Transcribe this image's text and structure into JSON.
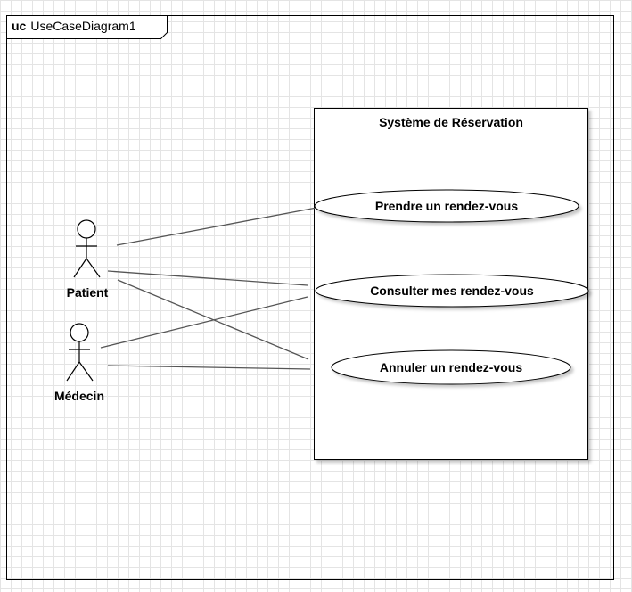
{
  "frame": {
    "keyword": "uc",
    "name": "UseCaseDiagram1"
  },
  "system": {
    "title": "Système de Réservation"
  },
  "actors": [
    {
      "id": "patient",
      "label": "Patient"
    },
    {
      "id": "medecin",
      "label": "Médecin"
    }
  ],
  "use_cases": [
    {
      "id": "prendre",
      "label": "Prendre un rendez-vous"
    },
    {
      "id": "consulter",
      "label": "Consulter mes rendez-vous"
    },
    {
      "id": "annuler",
      "label": "Annuler un rendez-vous"
    }
  ],
  "associations": [
    {
      "actor": "patient",
      "use_case": "prendre"
    },
    {
      "actor": "patient",
      "use_case": "consulter"
    },
    {
      "actor": "patient",
      "use_case": "annuler"
    },
    {
      "actor": "medecin",
      "use_case": "consulter"
    },
    {
      "actor": "medecin",
      "use_case": "annuler"
    }
  ]
}
